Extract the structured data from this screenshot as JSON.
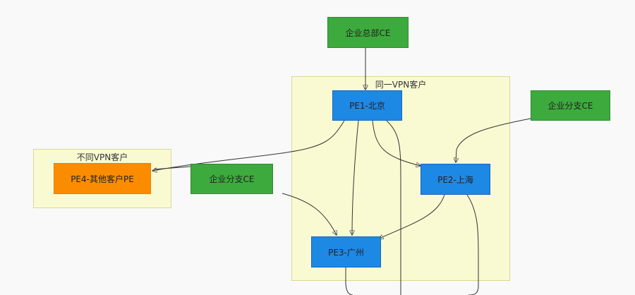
{
  "clusters": {
    "same_vpn": {
      "label": "同一VPN客户"
    },
    "other_vpn": {
      "label": "不同VPN客户"
    }
  },
  "nodes": {
    "hq_ce": "企业总部CE",
    "pe1": "PE1-北京",
    "branch_ce_right": "企业分支CE",
    "pe2": "PE2-上海",
    "pe3": "PE3-广州",
    "branch_ce_left": "企业分支CE",
    "pe4": "PE4-其他客户PE"
  },
  "colors": {
    "background": "#f9f9f9",
    "cluster_fill": "#fafad2",
    "ce_green": "#3daa3d",
    "pe_blue": "#1e88e5",
    "pe_other_orange": "#fb8c00",
    "edge": "#333333"
  }
}
